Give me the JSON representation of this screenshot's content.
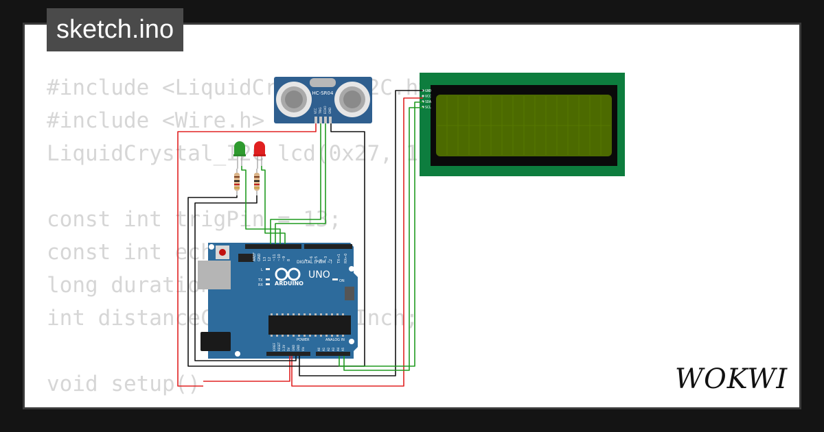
{
  "window": {
    "title": "sketch.ino"
  },
  "code_lines": [
    "#include <LiquidCrystal_I2C.h>",
    "#include <Wire.h>",
    "LiquidCrystal_I2C lcd(0x27, 16, 2);",
    "",
    "const int trigPin = 13;",
    "const int echoPin = 12;",
    "long duration;",
    "int distanceCm, distanceInch;",
    "",
    "void setup()",
    "{"
  ],
  "components": {
    "ultrasonic_label": "HC-SR04",
    "ultrasonic_pins": [
      "VCC",
      "TRIG",
      "ECHO",
      "GND"
    ],
    "lcd_pins": [
      "GND",
      "VCC",
      "SDA",
      "SCL"
    ],
    "arduino": {
      "brand": "ARDUINO",
      "model": "UNO",
      "digital_header": "DIGITAL (PWM ~)",
      "power_header": "POWER",
      "analog_header": "ANALOG IN",
      "aref": "AREF",
      "gnd": "GND",
      "on": "ON",
      "l": "L",
      "tx": "TX",
      "rx": "RX",
      "digital_pins": [
        "13",
        "12",
        "~11",
        "~10",
        "~9",
        "8",
        "7",
        "~6",
        "~5",
        "4",
        "~3",
        "2",
        "TX→1",
        "RX←0"
      ],
      "power_pins": [
        "IOREF",
        "RESET",
        "3.3V",
        "5V",
        "GND",
        "GND",
        "Vin"
      ],
      "analog_pins": [
        "A0",
        "A1",
        "A2",
        "A3",
        "A4",
        "A5"
      ]
    }
  },
  "brand": {
    "logo_text": "WOKWI"
  },
  "colors": {
    "background": "#141414",
    "card": "#ffffff",
    "code_text": "#d6d6d6",
    "title_bg": "#4a4a4a",
    "wire_red": "#e02020",
    "wire_black": "#111111",
    "wire_green": "#1f9a1f",
    "board": "#2d6b9c",
    "lcd_pcb": "#0d7d3e",
    "lcd_screen": "#4c6a00"
  }
}
